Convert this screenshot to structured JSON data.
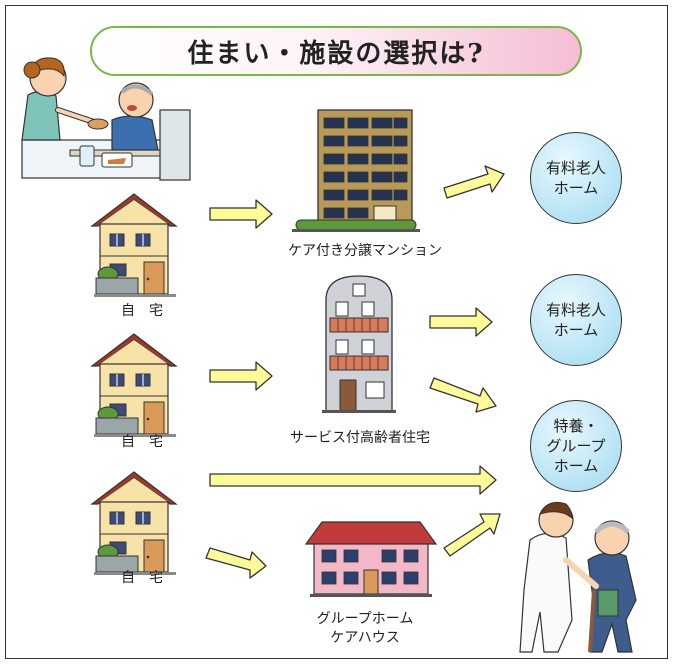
{
  "title": "住まい・施設の選択は?",
  "home_label": "自　宅",
  "routes": [
    {
      "source_label": "自　宅",
      "facility_label": "ケア付き分譲マンション",
      "destinations": [
        "有料老人\nホーム"
      ]
    },
    {
      "source_label": "自　宅",
      "facility_label": "サービス付高齢者住宅",
      "destinations": [
        "有料老人\nホーム",
        "特養・\nグループ\nホーム"
      ]
    },
    {
      "source_label": "自　宅",
      "facility_label": "グループホーム\nケアハウス",
      "destinations": [
        "特養・\nグループ\nホーム"
      ]
    }
  ],
  "destinations": {
    "d1": "有料老人\nホーム",
    "d2": "有料老人\nホーム",
    "d3": "特養・\nグループ\nホーム"
  },
  "icons": {
    "caregiver_feeding": "caregiver-feeding-elder-illustration",
    "caregiver_walking": "caregiver-walking-elder-illustration",
    "house": "house-icon",
    "condo": "condominium-building-icon",
    "senior_housing": "senior-housing-building-icon",
    "group_home": "group-home-building-icon"
  },
  "colors": {
    "title_border": "#7ab648",
    "title_gradient_end": "#f5bdd4",
    "arrow_fill": "#fdfa9a",
    "circle_fill": "#b5e3f5",
    "house_wall": "#f7e3a8",
    "house_roof": "#9b3a2a",
    "condo_wall": "#b79a58",
    "group_home_wall": "#f2b8c8"
  }
}
